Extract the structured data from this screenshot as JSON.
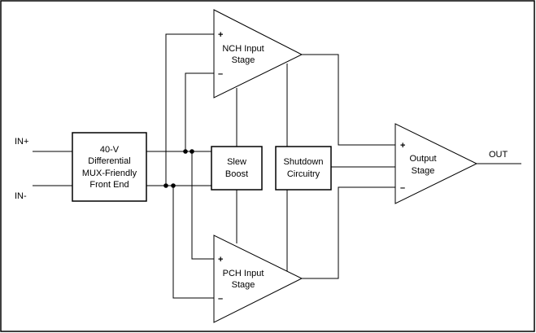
{
  "inputs": {
    "in_plus": "IN+",
    "in_minus": "IN-"
  },
  "output": "OUT",
  "front_end": {
    "line1": "40-V",
    "line2": "Differential",
    "line3": "MUX-Friendly",
    "line4": "Front End"
  },
  "nch_stage": {
    "line1": "NCH Input",
    "line2": "Stage",
    "plus": "+",
    "minus": "–"
  },
  "pch_stage": {
    "line1": "PCH Input",
    "line2": "Stage",
    "plus": "+",
    "minus": "–"
  },
  "slew_boost": {
    "line1": "Slew",
    "line2": "Boost"
  },
  "shutdown": {
    "line1": "Shutdown",
    "line2": "Circuitry"
  },
  "output_stage": {
    "line1": "Output",
    "line2": "Stage",
    "plus": "+",
    "minus": "–"
  }
}
